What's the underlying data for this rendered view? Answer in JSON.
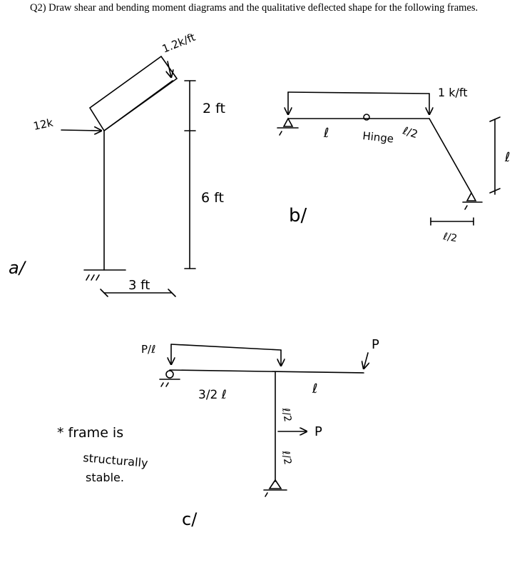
{
  "question": "Q2) Draw shear and bending moment diagrams and the qualitative deflected shape for the following frames.",
  "frame_a": {
    "part_label": "a/",
    "point_load": "12k",
    "distributed_load": "1.2k/ft",
    "top_length": "2 ft",
    "column_height": "6 ft",
    "base_width": "3 ft"
  },
  "frame_b": {
    "part_label": "b/",
    "distributed_load": "1 k/ft",
    "span_left": "ℓ",
    "hinge_label": "Hinge",
    "span_right": "ℓ/2",
    "height": "ℓ",
    "horizontal_proj": "ℓ/2"
  },
  "frame_c": {
    "part_label": "c/",
    "distributed_load": "P/ℓ",
    "span_left": "3/2 ℓ",
    "span_right": "ℓ",
    "point_load_down": "P",
    "column_upper": "ℓ/2",
    "column_lower": "ℓ/2",
    "point_load_horizontal": "P",
    "note_line1": "* frame is",
    "note_line2": "structurally",
    "note_line3": "stable."
  }
}
